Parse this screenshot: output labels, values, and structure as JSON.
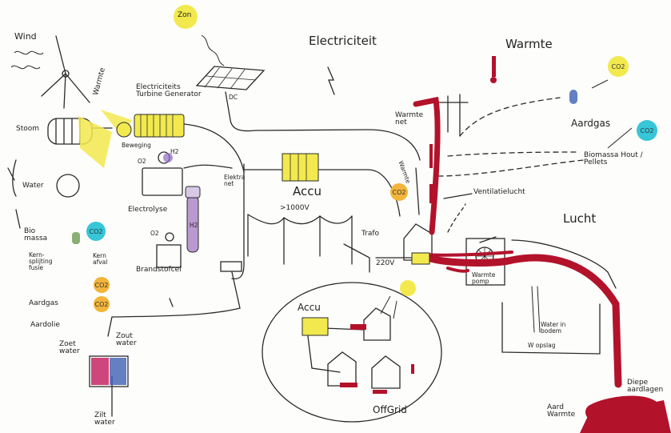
{
  "labels": {
    "zon_top": "Zon",
    "wind": "Wind",
    "stoom": "Stoom",
    "water": "Water",
    "warmte_left": "Warmte",
    "beweging": "Beweging",
    "generator": "Electriciteits Turbine Generator",
    "dc": "DC",
    "electriciteit": "Electriciteit",
    "electrolyse": "Electrolyse",
    "o2_left": "O2",
    "h2_left": "H2",
    "h2_cyl": "H2",
    "o2_cell": "O2",
    "brandstofcel": "Brandstofcel",
    "elektra_net": "Elektra net",
    "accu_main": "Accu",
    "kv": ">1000V",
    "biomassa_left": "Bio massa",
    "kernsplijting": "Kern- splijting fusie",
    "kern_afval": "Kern afval",
    "aardgas_left": "Aardgas",
    "aardolie": "Aardolie",
    "zoet_water": "Zoet water",
    "zout_water": "Zout water",
    "zilt_water": "Zilt water",
    "warmte_top": "Warmte",
    "warmte_net": "Warmte net",
    "warmte_mid": "Warmte",
    "aardgas_right": "Aardgas",
    "biomassa_right": "Biomassa Hout / Pellets",
    "ventilatielucht": "Ventilatielucht",
    "lucht": "Lucht",
    "trafo": "Trafo",
    "v220": "220V",
    "warmtepomp": "Warmte pomp",
    "water_in_bodem": "Water in bodem",
    "wopslag": "W opslag",
    "diepe_aardlagen": "Diepe aardlagen",
    "aard_warmte": "Aard Warmte",
    "accu_grid": "Accu",
    "offgrid": "OffGrid"
  },
  "badges": {
    "co2": "CO2",
    "co2_left_bio": "CO2",
    "co2_left_gas": "CO2",
    "co2_left_oil": "CO2",
    "co2_net": "CO2",
    "co2_right_gas": "CO2",
    "co2_right_bio": "CO2"
  },
  "colors": {
    "yellow": "#f2e94e",
    "cyan": "#36c6d8",
    "orange": "#f3b43a",
    "red": "#b3122b",
    "pink": "#c2185b",
    "blue": "#3d5fb4",
    "purple": "#7c5aa8",
    "ink": "#2a2a2a"
  }
}
